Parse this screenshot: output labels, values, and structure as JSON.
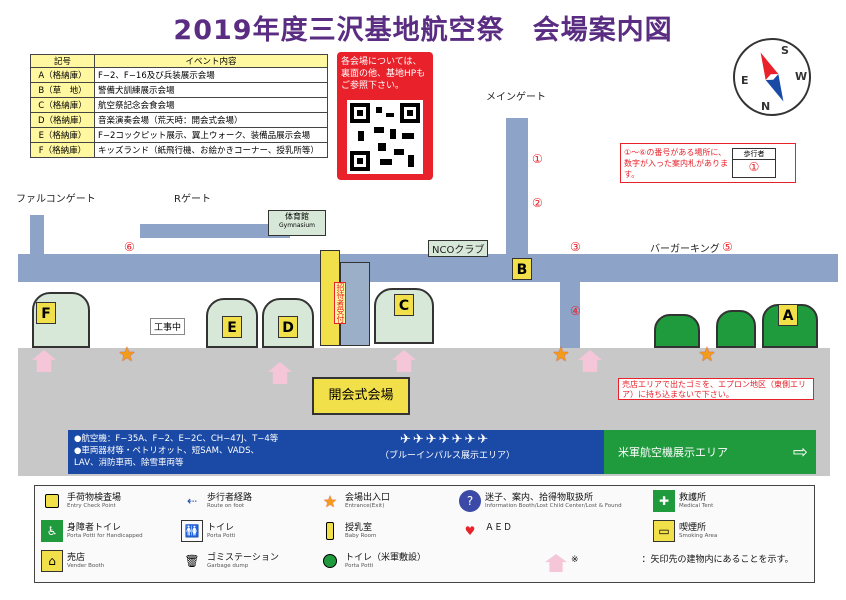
{
  "title": "2019年度三沢基地航空祭　会場案内図",
  "event_table": {
    "header": {
      "code": "記号",
      "event": "イベント内容"
    },
    "rows": [
      {
        "code": "A（格納庫）",
        "event": "F−2、F−16及び兵装展示会場"
      },
      {
        "code": "B（草　地）",
        "event": "警備犬訓練展示会場"
      },
      {
        "code": "C（格納庫）",
        "event": "航空祭記念会食会場"
      },
      {
        "code": "D（格納庫）",
        "event": "音楽演奏会場（荒天時：開会式会場）"
      },
      {
        "code": "E（格納庫）",
        "event": "F−2コックピット展示、翼上ウォーク、装備品展示会場"
      },
      {
        "code": "F（格納庫）",
        "event": "キッズランド（紙飛行機、お絵かきコーナー、授乳所等）"
      }
    ]
  },
  "notice": "各会場については、裏面の他、基地HPもご参照下さい。",
  "info_note": "①〜⑥の番号がある場所に、数字が入った案内札があります。",
  "info_sign": "歩行者",
  "map": {
    "falcon_gate": "ファルコンゲート",
    "r_gate": "Rゲート",
    "main_gate": "メインゲート",
    "gym": "体育館",
    "gym_en": "Gymnasium",
    "nco_club": "NCOクラブ",
    "burger_king": "バーガーキング",
    "under_construction": "工事中",
    "reception": "招待者受付",
    "ceremony": "開会式会場",
    "waste_notice": "売店エリアで出たゴミを、エプロン地区（東側エリア）に持ち込まないで下さい。",
    "aircraft_list": "●航空機：F−35A、F−2、E−2C、CH−47J、T−4等",
    "vehicle_list": "●車両器材等・ペトリオット、短SAM、VADS、LAV、消防車両、除雪車両等",
    "blue_impulse": "（ブルーインパルス展示エリア）",
    "us_display": "米軍航空機展示エリア",
    "hangar_letters": [
      "F",
      "E",
      "D",
      "C",
      "B",
      "A"
    ],
    "route_numbers": [
      "①",
      "②",
      "③",
      "④",
      "⑤",
      "⑥"
    ]
  },
  "legend": [
    {
      "icon": "baggage-check-icon",
      "label": "手荷物検査場",
      "en": "Entry Check Point"
    },
    {
      "icon": "pedestrian-route-icon",
      "label": "歩行者経路",
      "en": "Route on foot"
    },
    {
      "icon": "entrance-star-icon",
      "label": "会場出入口",
      "en": "Entrance(Exit)"
    },
    {
      "icon": "info-icon",
      "label": "迷子、案内、拾得物取扱所",
      "en": "Information Booth/Lost Child Center/Lost & Found"
    },
    {
      "icon": "first-aid-icon",
      "label": "救護所",
      "en": "Medical Tent"
    },
    {
      "icon": "accessible-toilet-icon",
      "label": "身障者トイレ",
      "en": "Porta Potti for Handicapped"
    },
    {
      "icon": "toilet-icon",
      "label": "トイレ",
      "en": "Porta Potti"
    },
    {
      "icon": "baby-room-icon",
      "label": "授乳室",
      "en": "Baby Room"
    },
    {
      "icon": "aed-icon",
      "label": "ＡＥＤ",
      "en": ""
    },
    {
      "icon": "smoking-area-icon",
      "label": "喫煙所",
      "en": "Smoking Area"
    },
    {
      "icon": "vendor-icon",
      "label": "売店",
      "en": "Vender Booth"
    },
    {
      "icon": "garbage-icon",
      "label": "ゴミステーション",
      "en": "Garbage dump"
    },
    {
      "icon": "us-toilet-icon",
      "label": "トイレ（米軍敷設）",
      "en": "Porta Potti"
    },
    {
      "icon": "pink-arrow-icon",
      "label": "※　　　　　　　：矢印先の建物内にあることを示す。",
      "en": ""
    }
  ]
}
